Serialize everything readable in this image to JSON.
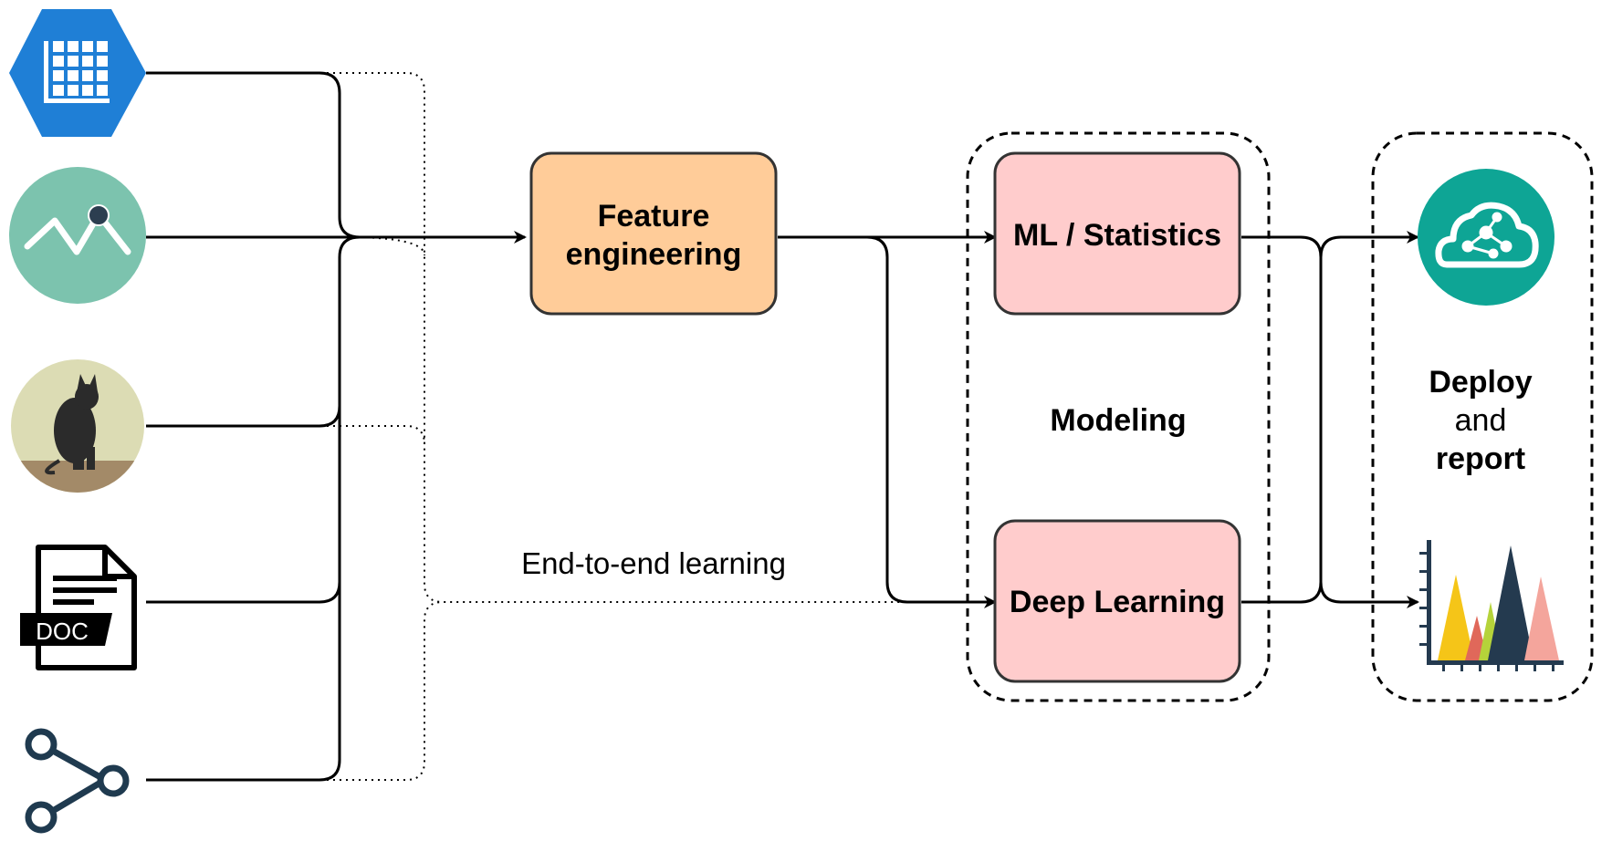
{
  "nodes": {
    "feature_engineering": {
      "line1": "Feature",
      "line2": "engineering",
      "fill": "#ffcc99",
      "stroke": "#333333"
    },
    "ml_statistics": {
      "label": "ML / Statistics",
      "fill": "#ffcccc",
      "stroke": "#333333"
    },
    "deep_learning": {
      "label": "Deep Learning",
      "fill": "#ffcccc",
      "stroke": "#333333"
    }
  },
  "groups": {
    "modeling": {
      "label": "Modeling"
    },
    "deploy": {
      "line1": "Deploy",
      "line2": "and",
      "line3": "report"
    }
  },
  "edges": {
    "end_to_end": {
      "label": "End-to-end learning",
      "style": "dotted"
    }
  },
  "inputs": [
    {
      "icon": "table-icon",
      "color": "#1f7fd6"
    },
    {
      "icon": "time-series-icon",
      "color": "#7cc3ae"
    },
    {
      "icon": "cat-image-icon",
      "color": "#dcdcb4"
    },
    {
      "icon": "doc-file-icon",
      "color": "#000000"
    },
    {
      "icon": "graph-network-icon",
      "color": "#1f3a4f"
    }
  ],
  "outputs": [
    {
      "icon": "cloud-deploy-icon",
      "color": "#0ea595"
    },
    {
      "icon": "report-chart-icon",
      "colors": [
        "#f5c518",
        "#e0685a",
        "#b5d33a",
        "#243a4f",
        "#f4a59c"
      ]
    }
  ]
}
